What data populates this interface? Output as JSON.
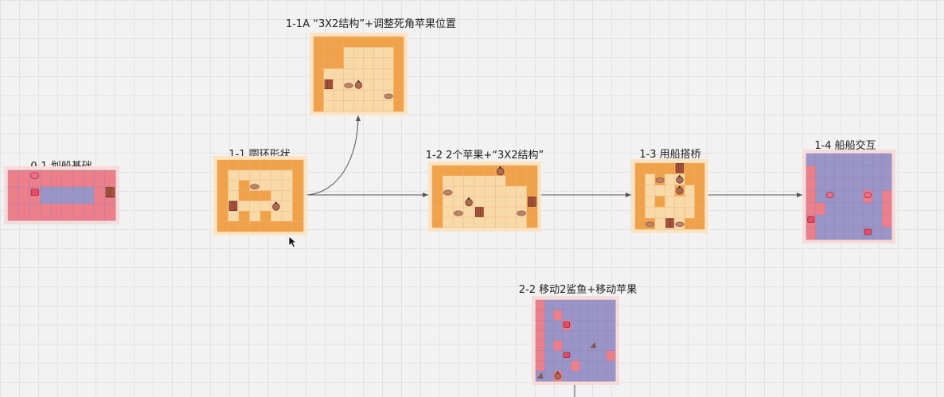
{
  "colors": {
    "orange_card_bg": "#fde3c3",
    "orange_wall": "#f0a24b",
    "orange_floor": "#f8d9a8",
    "pink_card_bg": "#f6dcd8",
    "pink_land": "#ec7f8a",
    "water": "#9b94c6",
    "edge": "#555555"
  },
  "nodes": [
    {
      "id": "n01",
      "label": "0-1 划船基础",
      "theme": "pink"
    },
    {
      "id": "n11",
      "label": "1-1 圆环形状",
      "theme": "orange"
    },
    {
      "id": "n11a",
      "label": "1-1A “3X2结构”+调整死角苹果位置",
      "theme": "orange"
    },
    {
      "id": "n12",
      "label": "1-2 2个苹果+“3X2结构”",
      "theme": "orange"
    },
    {
      "id": "n13",
      "label": "1-3 用船搭桥",
      "theme": "orange"
    },
    {
      "id": "n14",
      "label": "1-4 船船交互",
      "theme": "pink"
    },
    {
      "id": "n22",
      "label": "2-2 移动2鲨鱼+移动苹果",
      "theme": "pink"
    }
  ],
  "edges": [
    {
      "from": "n11",
      "to": "n11a"
    },
    {
      "from": "n11",
      "to": "n12"
    },
    {
      "from": "n12",
      "to": "n13"
    },
    {
      "from": "n13",
      "to": "n14"
    }
  ],
  "icons": {
    "cursor": "arrow-cursor-icon",
    "crate": "crate-icon",
    "apple": "apple-icon",
    "hedgehog": "hedgehog-icon",
    "boat": "boat-icon",
    "shark": "shark-fin-icon",
    "pig": "pig-icon"
  }
}
